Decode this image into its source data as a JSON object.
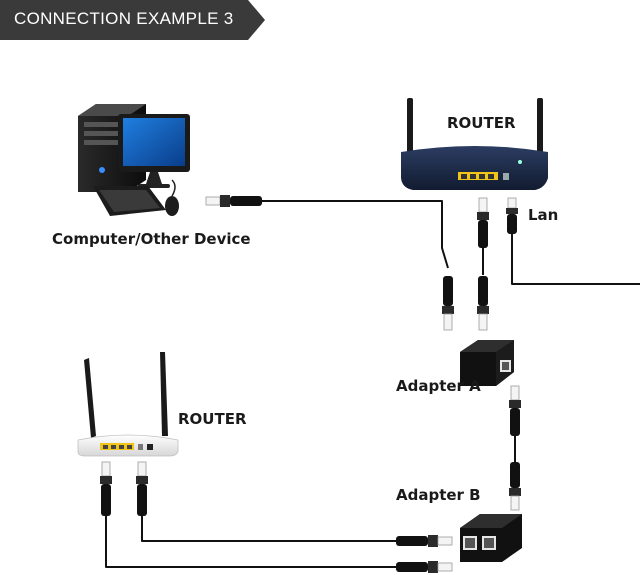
{
  "banner": {
    "title": "CONNECTION EXAMPLE 3"
  },
  "labels": {
    "computer": "Computer/Other Device",
    "router_top": "ROUTER",
    "router_left": "ROUTER",
    "lan": "Lan",
    "adapter_a": "Adapter A",
    "adapter_b": "Adapter B"
  },
  "colors": {
    "banner_bg": "#3a3a3a",
    "cable": "#111111",
    "router_top_body": "#1c2a46",
    "router_left_body": "#f2f2f2",
    "port_yellow": "#f0c419"
  }
}
